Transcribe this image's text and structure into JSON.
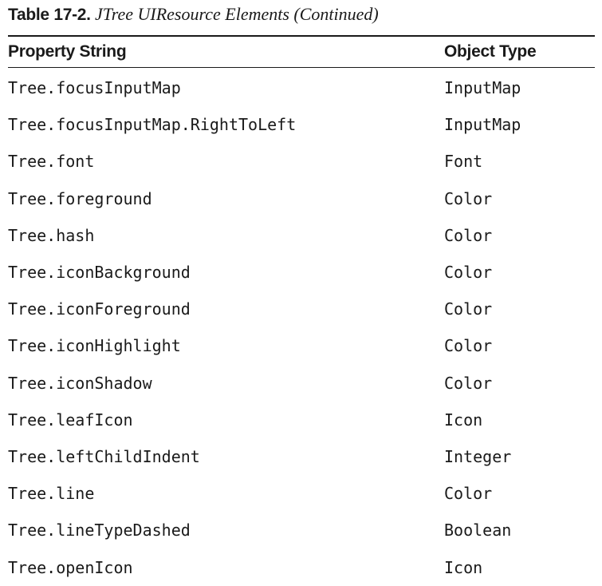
{
  "table": {
    "caption_label": "Table 17-2.",
    "caption_text": "JTree UIResource Elements (Continued)",
    "headers": {
      "property": "Property String",
      "type": "Object Type"
    },
    "rows": [
      {
        "property": "Tree.focusInputMap",
        "type": "InputMap"
      },
      {
        "property": "Tree.focusInputMap.RightToLeft",
        "type": "InputMap"
      },
      {
        "property": "Tree.font",
        "type": "Font"
      },
      {
        "property": "Tree.foreground",
        "type": "Color"
      },
      {
        "property": "Tree.hash",
        "type": "Color"
      },
      {
        "property": "Tree.iconBackground",
        "type": "Color"
      },
      {
        "property": "Tree.iconForeground",
        "type": "Color"
      },
      {
        "property": "Tree.iconHighlight",
        "type": "Color"
      },
      {
        "property": "Tree.iconShadow",
        "type": "Color"
      },
      {
        "property": "Tree.leafIcon",
        "type": "Icon"
      },
      {
        "property": "Tree.leftChildIndent",
        "type": "Integer"
      },
      {
        "property": "Tree.line",
        "type": "Color"
      },
      {
        "property": "Tree.lineTypeDashed",
        "type": "Boolean"
      },
      {
        "property": "Tree.openIcon",
        "type": "Icon"
      }
    ]
  }
}
